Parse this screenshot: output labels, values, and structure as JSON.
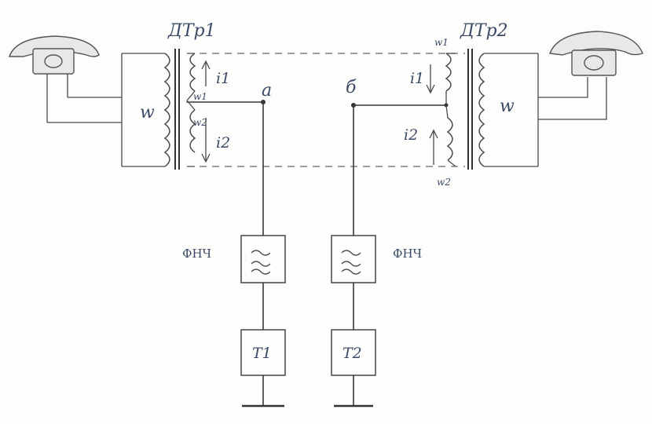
{
  "transformers": {
    "left": {
      "label": "ДТр1",
      "line_winding": "w",
      "winding_top": "w1",
      "winding_bottom": "w2",
      "current_top": "i1",
      "current_bottom": "i2"
    },
    "right": {
      "label": "ДТр2",
      "line_winding": "w",
      "winding_top": "w1",
      "winding_bottom": "w2",
      "current_top": "i1",
      "current_bottom": "i2"
    }
  },
  "nodes": {
    "left": "a",
    "right": "б"
  },
  "filters": {
    "left": "ФНЧ",
    "right": "ФНЧ"
  },
  "terminals": {
    "left": "T1",
    "right": "T2"
  },
  "icons": {
    "phone": "telephone-icon",
    "filter": "lowpass-filter-symbol",
    "ground": "ground-icon"
  }
}
